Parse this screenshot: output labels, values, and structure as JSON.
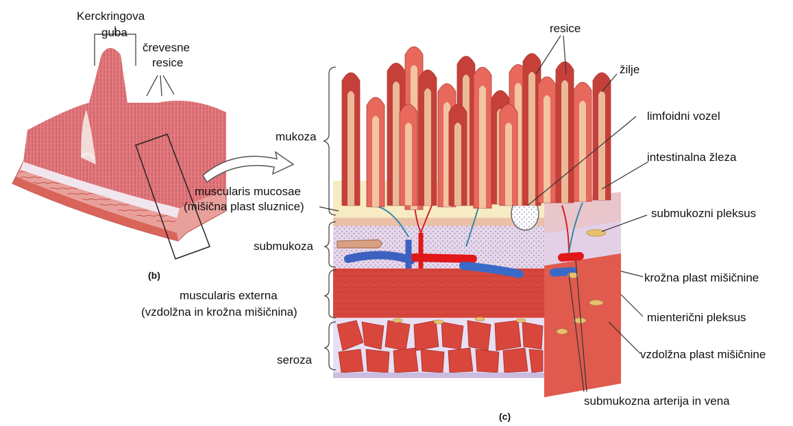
{
  "labels": {
    "kerckring": "Kerckringova",
    "guba": "guba",
    "crevesne": "črevesne",
    "resice_b": "resice",
    "resice_c": "resice",
    "zilje": "žilje",
    "limfoidni": "limfoidni vozel",
    "intestinalna": "intestinalna žleza",
    "mukoza": "mukoza",
    "muscularis_mucosae": "muscularis mucosae",
    "muscularis_mucosae_sl": "(mišična plast sluznice)",
    "submukozni_pleksus": "submukozni pleksus",
    "submukoza": "submukoza",
    "krozna": "krožna plast mišičnine",
    "muscularis_externa": "muscularis externa",
    "muscularis_externa_sl": "(vzdolžna in krožna mišičnina)",
    "mienterični": "mienterični pleksus",
    "vzdolzna": "vzdolžna plast mišičnine",
    "seroza": "seroza",
    "submukozna_arterija": "submukozna arterija in vena",
    "panel_b": "(b)",
    "panel_c": "(c)"
  },
  "colors": {
    "villus": "#e8685c",
    "villus_dark": "#c6403a",
    "villus_core": "#f6e3b8",
    "lamina": "#f7ebc4",
    "submucosa": "#e6d3e6",
    "muscle": "#d9483e",
    "muscle_light": "#ef8a7a",
    "artery": "#e02020",
    "vein": "#3a6ac8",
    "serosa": "#cdbfe0"
  }
}
